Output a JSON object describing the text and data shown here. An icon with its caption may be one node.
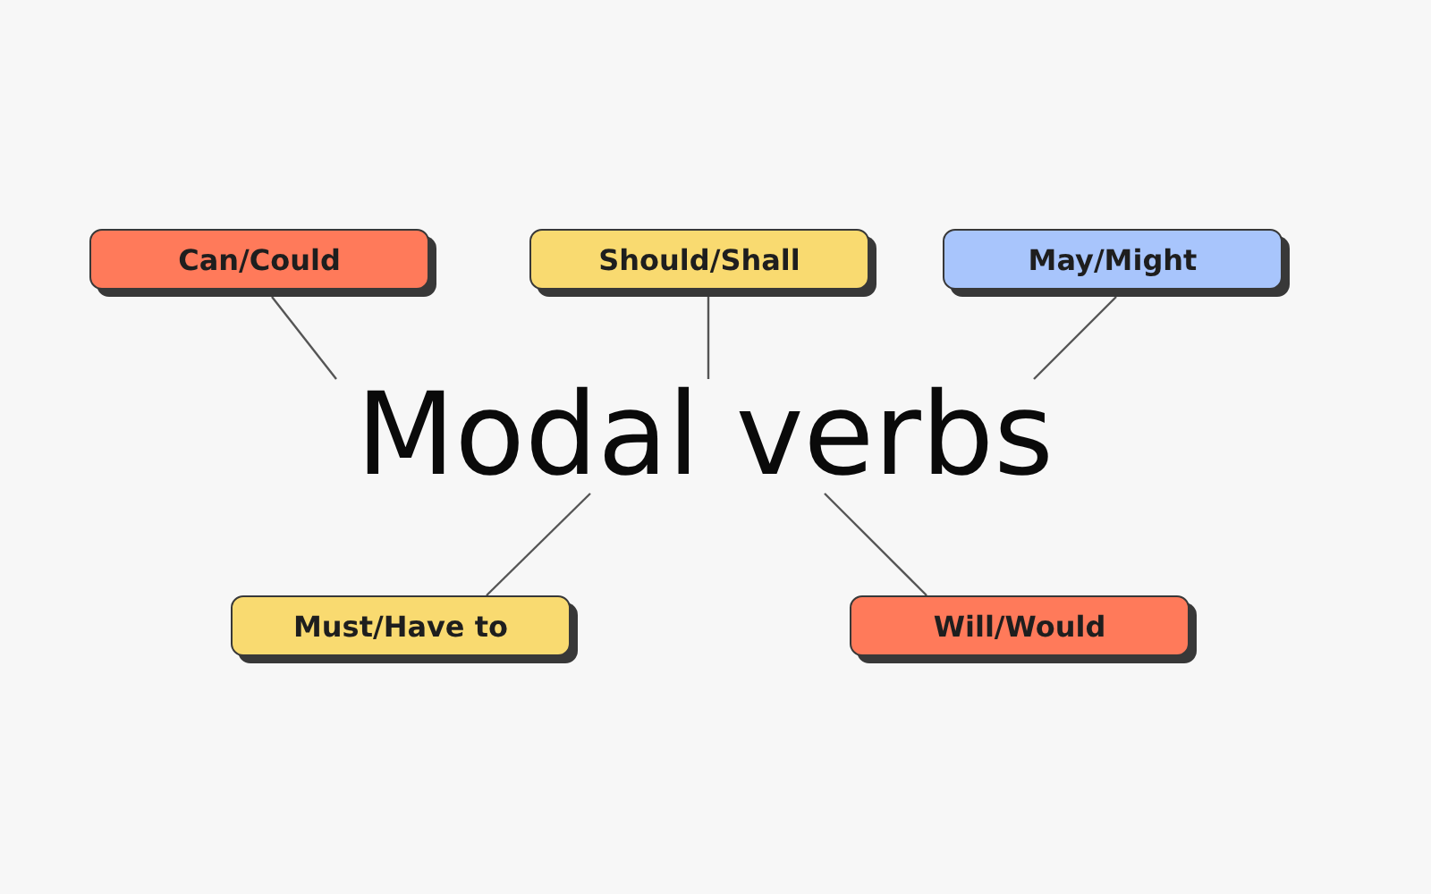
{
  "diagram": {
    "nodes": [
      {
        "text": [
          "Can/Could"
        ]
      },
      {
        "text": [
          "Should/Shall"
        ]
      },
      {
        "text": [
          "May/Might"
        ]
      },
      {
        "text": [
          "Modal verbs"
        ]
      },
      {
        "text": [
          "Must/Have to"
        ]
      },
      {
        "text": [
          "Will/Would"
        ]
      }
    ],
    "edges": [
      {
        "from": 3,
        "to": 0,
        "arrow": "none"
      },
      {
        "from": 3,
        "to": 1,
        "arrow": "none"
      },
      {
        "from": 3,
        "to": 2,
        "arrow": "none"
      },
      {
        "from": 3,
        "to": 4,
        "arrow": "none"
      },
      {
        "from": 3,
        "to": 5,
        "arrow": "none"
      }
    ]
  }
}
